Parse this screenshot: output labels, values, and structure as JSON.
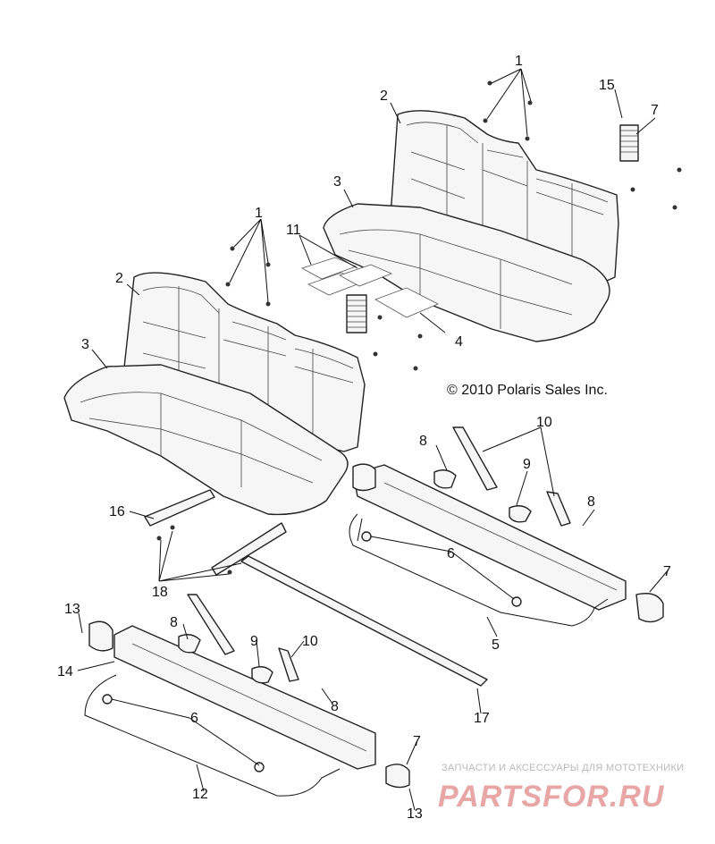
{
  "copyright": "© 2010 Polaris Sales Inc.",
  "watermark": {
    "tagline": "ЗАПЧАСТИ И АКСЕССУАРЫ ДЛЯ МОТОТЕХНИКИ",
    "brand": "PARTSFOR.RU"
  },
  "callouts": [
    {
      "id": "c1a",
      "text": "1"
    },
    {
      "id": "c2a",
      "text": "2"
    },
    {
      "id": "c3a",
      "text": "3"
    },
    {
      "id": "c15",
      "text": "15"
    },
    {
      "id": "c7a",
      "text": "7"
    },
    {
      "id": "c1b",
      "text": "1"
    },
    {
      "id": "c11",
      "text": "11"
    },
    {
      "id": "c2b",
      "text": "2"
    },
    {
      "id": "c4",
      "text": "4"
    },
    {
      "id": "c3b",
      "text": "3"
    },
    {
      "id": "c10a",
      "text": "10"
    },
    {
      "id": "c8a",
      "text": "8"
    },
    {
      "id": "c9a",
      "text": "9"
    },
    {
      "id": "c8b",
      "text": "8"
    },
    {
      "id": "c16",
      "text": "16"
    },
    {
      "id": "c6a",
      "text": "6"
    },
    {
      "id": "c7b",
      "text": "7"
    },
    {
      "id": "c18",
      "text": "18"
    },
    {
      "id": "c5",
      "text": "5"
    },
    {
      "id": "c13a",
      "text": "13"
    },
    {
      "id": "c8c",
      "text": "8"
    },
    {
      "id": "c9b",
      "text": "9"
    },
    {
      "id": "c10b",
      "text": "10"
    },
    {
      "id": "c14",
      "text": "14"
    },
    {
      "id": "c8d",
      "text": "8"
    },
    {
      "id": "c17",
      "text": "17"
    },
    {
      "id": "c6b",
      "text": "6"
    },
    {
      "id": "c7c",
      "text": "7"
    },
    {
      "id": "c12",
      "text": "12"
    },
    {
      "id": "c13b",
      "text": "13"
    }
  ]
}
